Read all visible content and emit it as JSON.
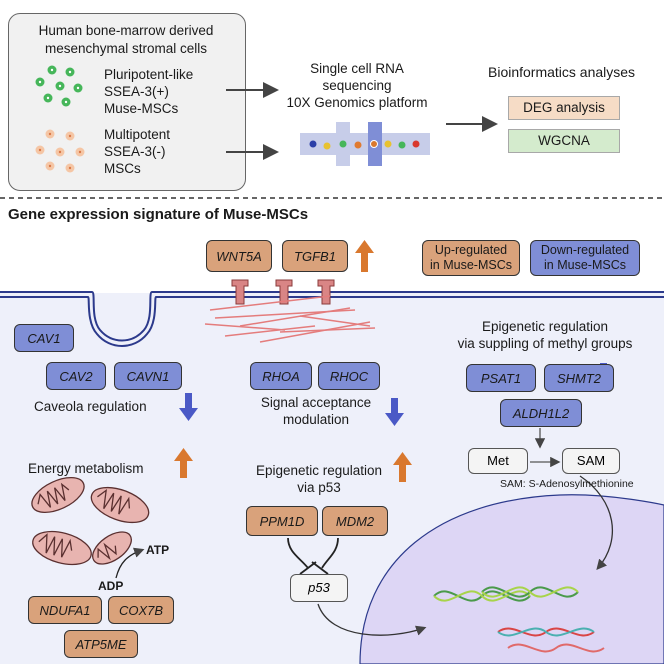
{
  "top": {
    "source_title": "Human bone-marrow derived mesenchymal stromal cells",
    "muse_label": "Pluripotent-like\nSSEA-3(+)\nMuse-MSCs",
    "msc_label": "Multipotent\nSSEA-3(-)\nMSCs",
    "sequencing": "Single cell RNA\nsequencing\n10X Genomics platform",
    "bioinfo_title": "Bioinformatics analyses",
    "deg": "DEG analysis",
    "wgcna": "WGCNA"
  },
  "section_title": "Gene expression signature of Muse-MSCs",
  "legend": {
    "up": "Up-regulated\nin Muse-MSCs",
    "down": "Down-regulated\nin Muse-MSCs"
  },
  "genes": {
    "wnt5a": "WNT5A",
    "tgfb1": "TGFB1",
    "cav1": "CAV1",
    "cav2": "CAV2",
    "cavn1": "CAVN1",
    "rhoa": "RHOA",
    "rhoc": "RHOC",
    "psat1": "PSAT1",
    "shmt2": "SHMT2",
    "aldh1l2": "ALDH1L2",
    "ppm1d": "PPM1D",
    "mdm2": "MDM2",
    "ndufa1": "NDUFA1",
    "cox7b": "COX7B",
    "atp5me": "ATP5ME"
  },
  "labels": {
    "caveola": "Caveola regulation",
    "signal": "Signal acceptance\nmodulation",
    "methyl": "Epigenetic regulation\nvia suppling of methyl groups",
    "energy": "Energy metabolism",
    "p53_reg": "Epigenetic regulation\nvia p53",
    "met": "Met",
    "sam": "SAM",
    "sam_note": "SAM: S-Adenosylmethionine",
    "atp": "ATP",
    "adp": "ADP",
    "p53": "p53"
  },
  "colors": {
    "up": "#d9a27b",
    "down": "#7f8ed6",
    "arrow_up": "#d9782e",
    "arrow_down": "#4a59c6",
    "cell_bg": "#eef0fa",
    "nucleus": "#ddd6f5",
    "membrane": "#2c3a8c"
  }
}
